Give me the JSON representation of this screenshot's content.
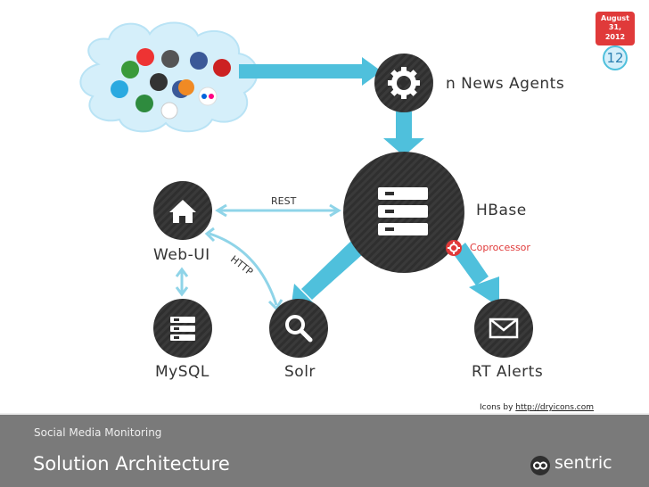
{
  "calendar": {
    "month": "August",
    "day": "31,",
    "year": "2012",
    "slide_number": "12"
  },
  "nodes": {
    "agents": "n News Agents",
    "hbase": "HBase",
    "coprocessor": "Coprocessor",
    "webui": "Web-UI",
    "mysql": "MySQL",
    "solr": "Solr",
    "alerts": "RT Alerts"
  },
  "edges": {
    "rest": "REST",
    "http": "HTTP"
  },
  "credit": {
    "prefix": "Icons by",
    "link": "http://dryicons.com"
  },
  "footer": {
    "subtitle": "Social Media Monitoring",
    "title": "Solution Architecture",
    "logo": "sentric"
  },
  "colors": {
    "arrow": "#4fc0dc",
    "arrow_light": "#8fd4e8",
    "footer": "#7a7a7a",
    "cloud": "#d5effa",
    "accent_red": "#e03a3a"
  }
}
